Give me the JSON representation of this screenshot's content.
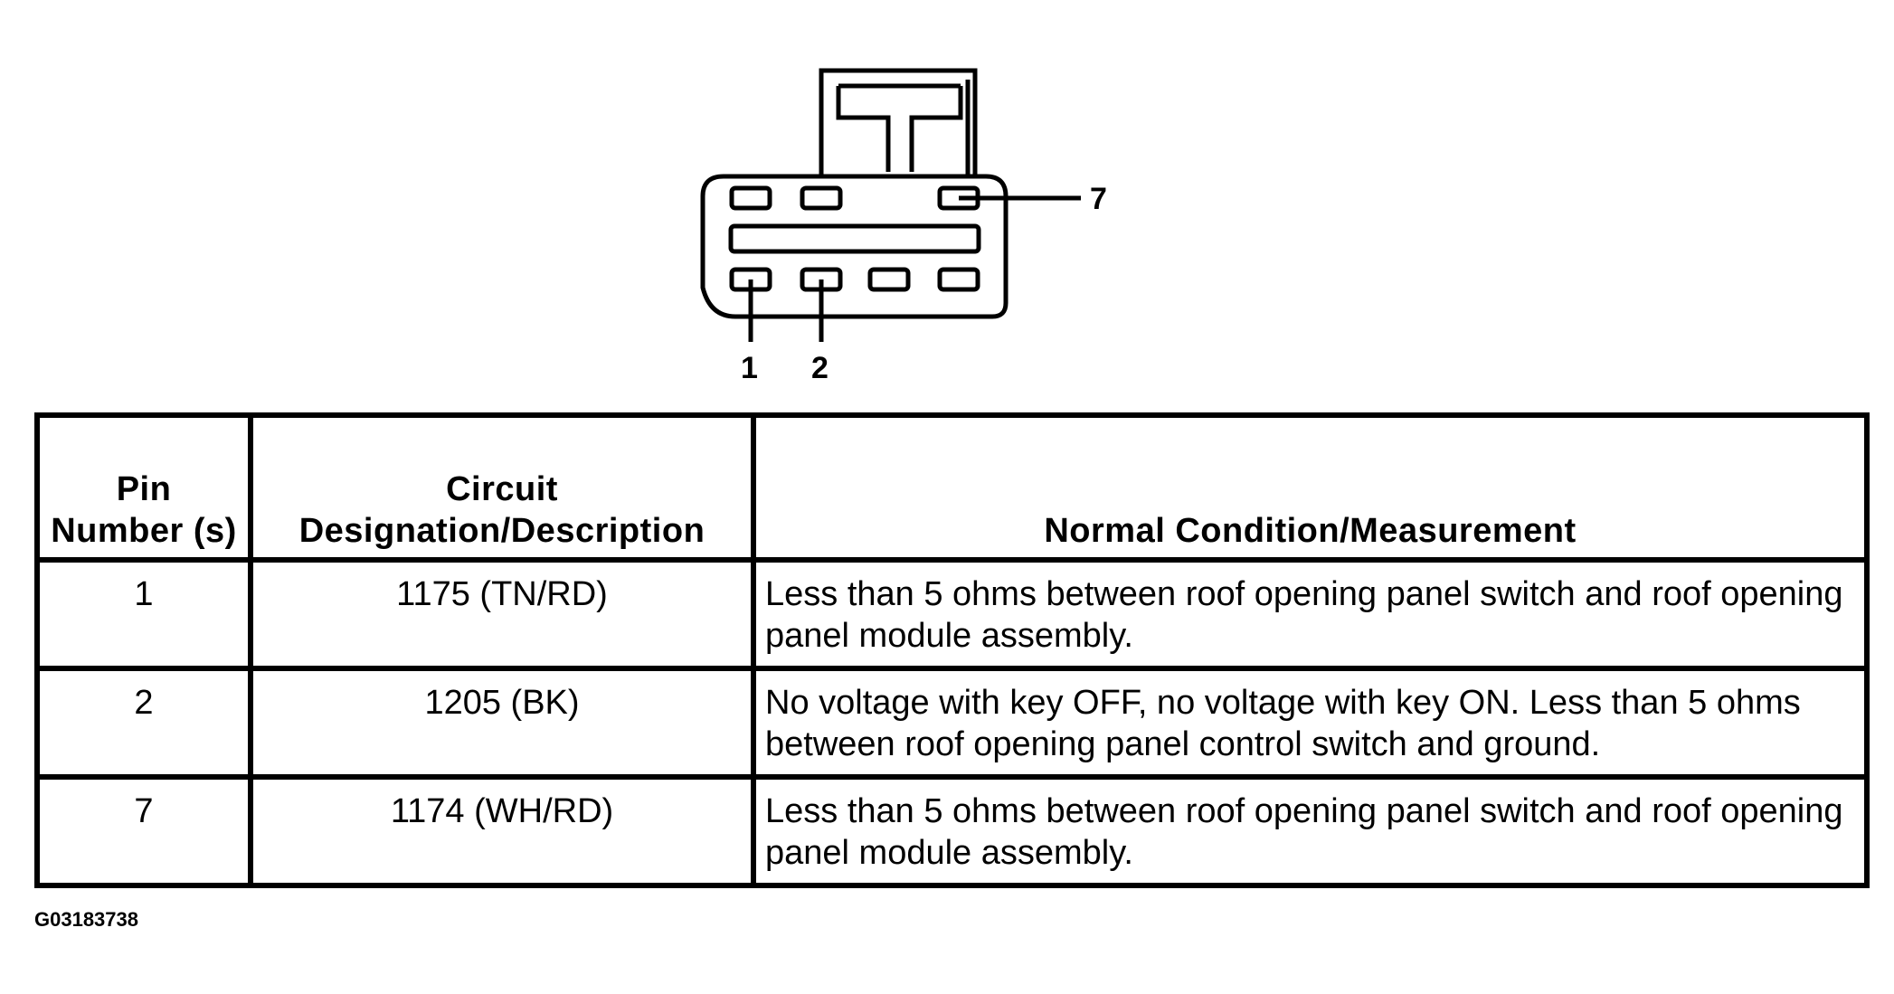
{
  "diagram": {
    "pin_callouts": [
      "1",
      "2",
      "7"
    ]
  },
  "table": {
    "headers": [
      "Pin Number (s)",
      "Circuit Designation/Description",
      "Normal Condition/Measurement"
    ],
    "rows": [
      {
        "pin": "1",
        "circuit": "1175 (TN/RD)",
        "condition": "Less than 5 ohms between roof opening panel switch and roof opening panel module assembly."
      },
      {
        "pin": "2",
        "circuit": "1205 (BK)",
        "condition": "No voltage with key OFF, no voltage with key ON. Less than 5 ohms between roof opening panel control switch and ground."
      },
      {
        "pin": "7",
        "circuit": "1174 (WH/RD)",
        "condition": "Less than 5 ohms between roof opening panel switch and roof opening panel module assembly."
      }
    ]
  },
  "figure_id": "G03183738"
}
